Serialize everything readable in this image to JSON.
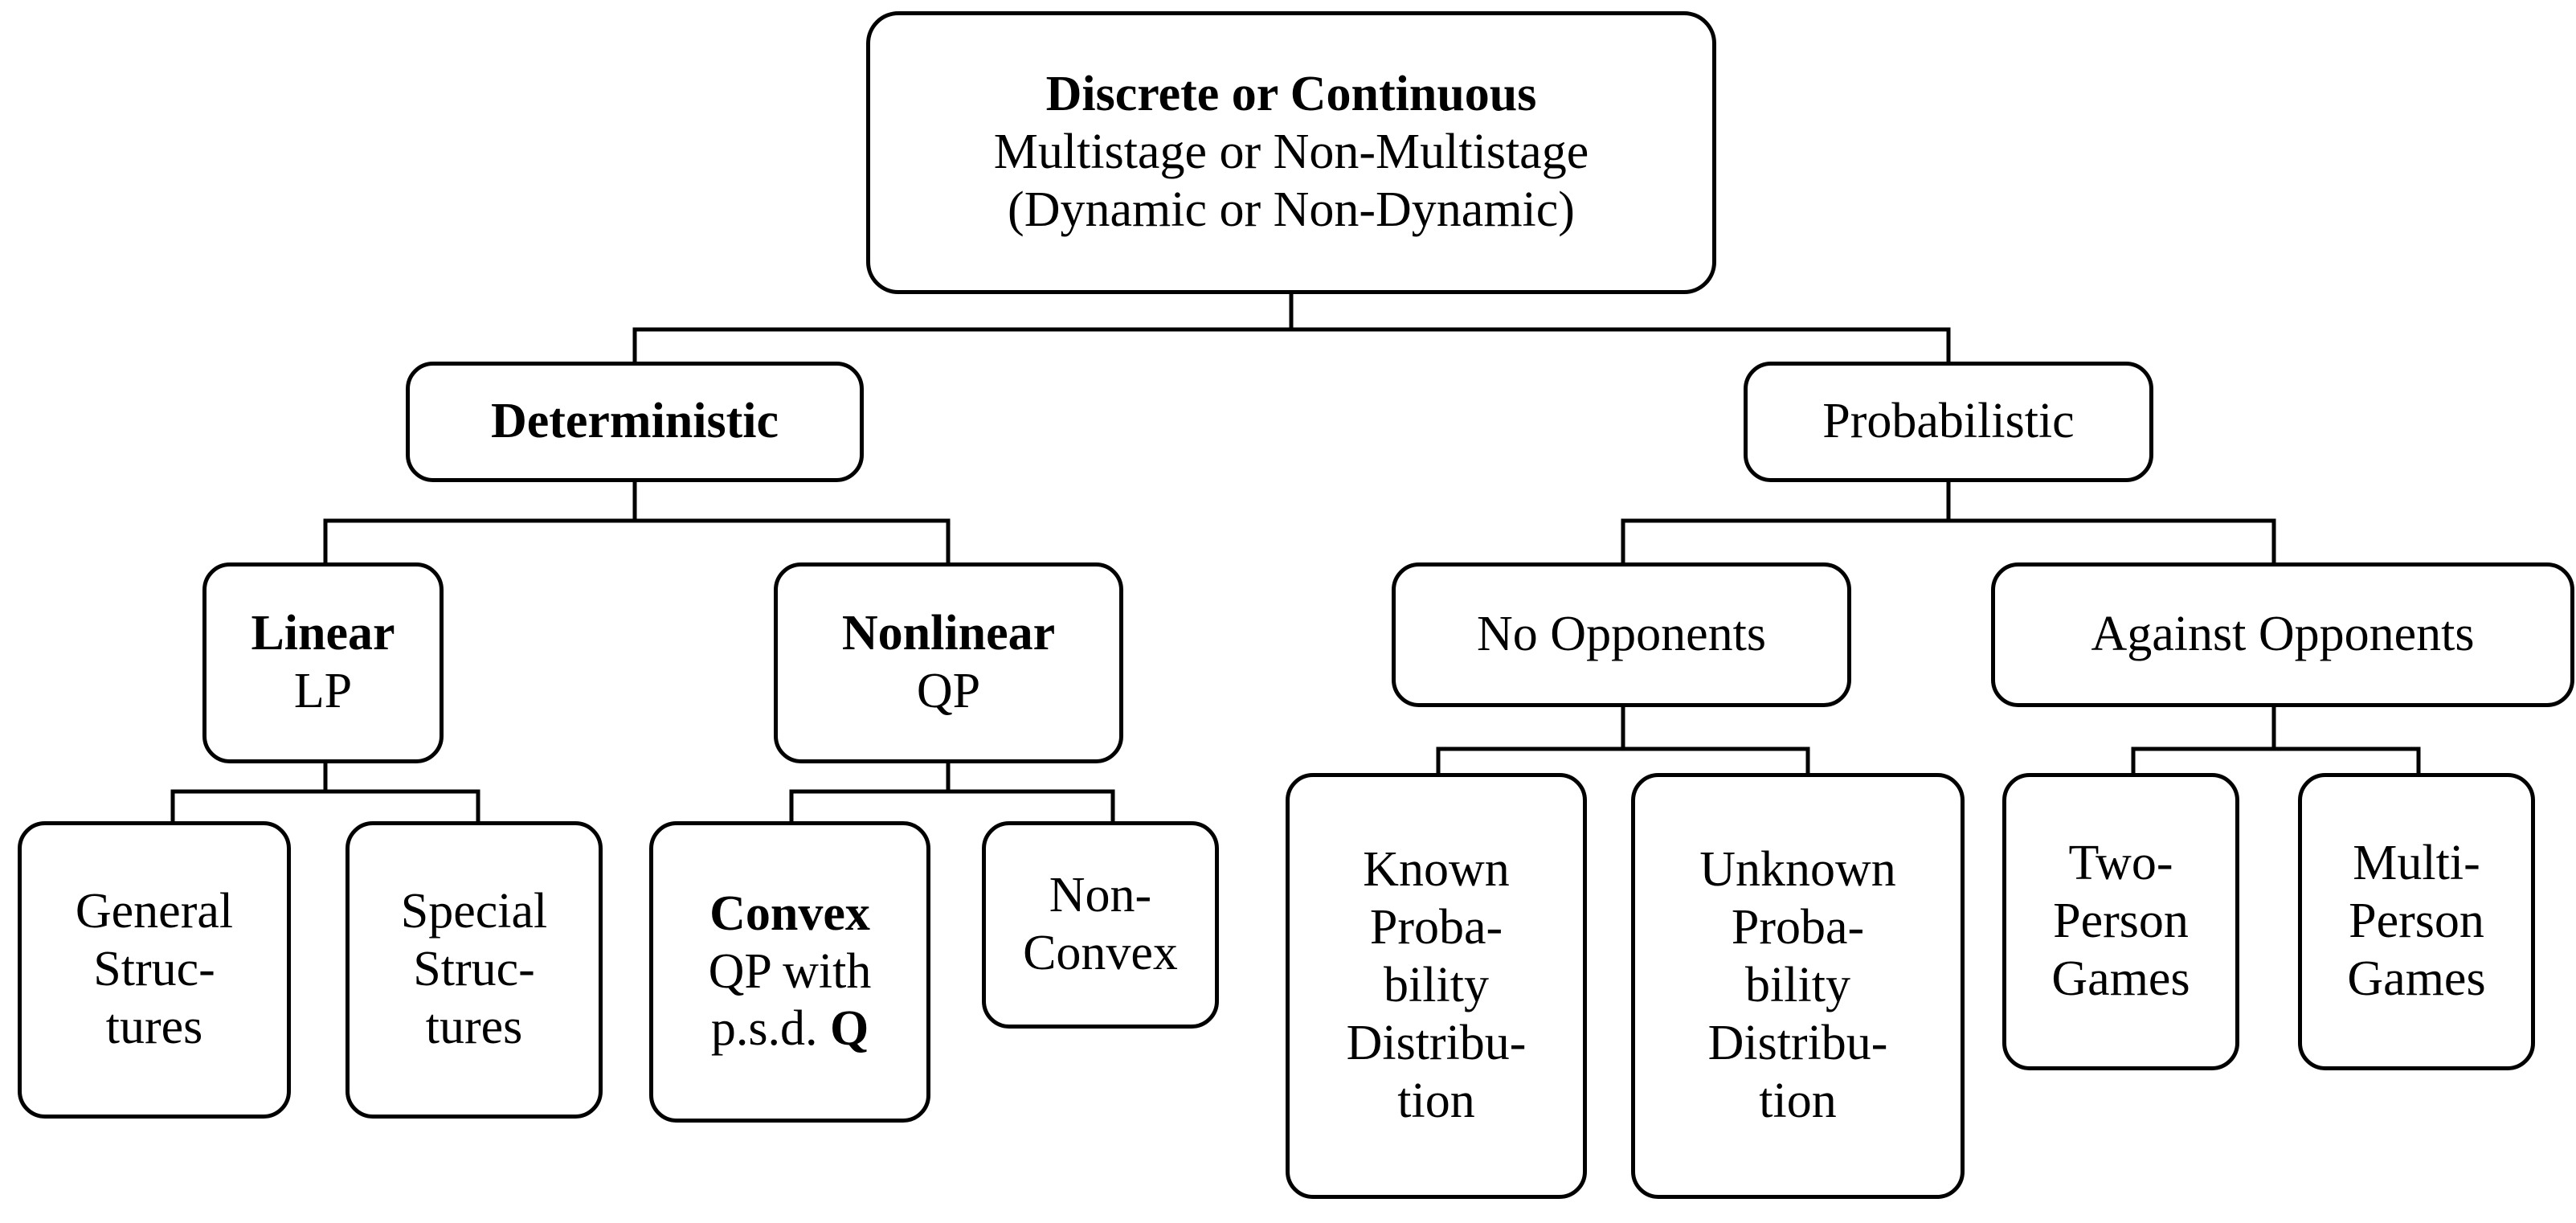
{
  "diagram": {
    "title_semantic": "optimization-problem-taxonomy-tree",
    "style": {
      "stroke": "#000000",
      "fill": "#ffffff",
      "text": "#000000"
    },
    "nodes": {
      "root": {
        "id": "root",
        "lines": [
          {
            "text": "Discrete or Continuous",
            "bold": true
          },
          {
            "text": "Multistage or Non-Multistage",
            "bold": false
          },
          {
            "text": "(Dynamic or Non-Dynamic)",
            "bold": false
          }
        ]
      },
      "deterministic": {
        "id": "deterministic",
        "lines": [
          {
            "text": "Deterministic",
            "bold": true
          }
        ]
      },
      "probabilistic": {
        "id": "probabilistic",
        "lines": [
          {
            "text": "Probabilistic",
            "bold": false
          }
        ]
      },
      "linear": {
        "id": "linear",
        "lines": [
          {
            "text": "Linear",
            "bold": true
          },
          {
            "text": "LP",
            "bold": false
          }
        ]
      },
      "nonlinear": {
        "id": "nonlinear",
        "lines": [
          {
            "text": "Nonlinear",
            "bold": true
          },
          {
            "text": "QP",
            "bold": false
          }
        ]
      },
      "no_opponents": {
        "id": "no-opponents",
        "lines": [
          {
            "text": "No Opponents",
            "bold": false
          }
        ]
      },
      "against_opponents": {
        "id": "against-opponents",
        "lines": [
          {
            "text": "Against Opponents",
            "bold": false
          }
        ]
      },
      "general_structures": {
        "id": "general-structures",
        "lines": [
          {
            "text": "General",
            "bold": false
          },
          {
            "text": "Struc-",
            "bold": false
          },
          {
            "text": "tures",
            "bold": false
          }
        ]
      },
      "special_structures": {
        "id": "special-structures",
        "lines": [
          {
            "text": "Special",
            "bold": false
          },
          {
            "text": "Struc-",
            "bold": false
          },
          {
            "text": "tures",
            "bold": false
          }
        ]
      },
      "convex": {
        "id": "convex",
        "lines": [
          {
            "text": "Convex",
            "bold": true
          },
          {
            "text": "QP with",
            "bold": false
          },
          {
            "text": "p.s.d. Q",
            "bold": false,
            "bold_tail": "Q"
          }
        ]
      },
      "non_convex": {
        "id": "non-convex",
        "lines": [
          {
            "text": "Non-",
            "bold": false
          },
          {
            "text": "Convex",
            "bold": false
          }
        ]
      },
      "known_probability_distribution": {
        "id": "known-probability-distribution",
        "lines": [
          {
            "text": "Known",
            "bold": false
          },
          {
            "text": "Proba-",
            "bold": false
          },
          {
            "text": "bility",
            "bold": false
          },
          {
            "text": "Distribu-",
            "bold": false
          },
          {
            "text": "tion",
            "bold": false
          }
        ]
      },
      "unknown_probability_distribution": {
        "id": "unknown-probability-distribution",
        "lines": [
          {
            "text": "Unknown",
            "bold": false
          },
          {
            "text": "Proba-",
            "bold": false
          },
          {
            "text": "bility",
            "bold": false
          },
          {
            "text": "Distribu-",
            "bold": false
          },
          {
            "text": "tion",
            "bold": false
          }
        ]
      },
      "two_person_games": {
        "id": "two-person-games",
        "lines": [
          {
            "text": "Two-",
            "bold": false
          },
          {
            "text": "Person",
            "bold": false
          },
          {
            "text": "Games",
            "bold": false
          }
        ]
      },
      "multi_person_games": {
        "id": "multi-person-games",
        "lines": [
          {
            "text": "Multi-",
            "bold": false
          },
          {
            "text": "Person",
            "bold": false
          },
          {
            "text": "Games",
            "bold": false
          }
        ]
      }
    },
    "edges": [
      {
        "from": "root",
        "to": "deterministic"
      },
      {
        "from": "root",
        "to": "probabilistic"
      },
      {
        "from": "deterministic",
        "to": "linear"
      },
      {
        "from": "deterministic",
        "to": "nonlinear"
      },
      {
        "from": "probabilistic",
        "to": "no_opponents"
      },
      {
        "from": "probabilistic",
        "to": "against_opponents"
      },
      {
        "from": "linear",
        "to": "general_structures"
      },
      {
        "from": "linear",
        "to": "special_structures"
      },
      {
        "from": "nonlinear",
        "to": "convex"
      },
      {
        "from": "nonlinear",
        "to": "non_convex"
      },
      {
        "from": "no_opponents",
        "to": "known_probability_distribution"
      },
      {
        "from": "no_opponents",
        "to": "unknown_probability_distribution"
      },
      {
        "from": "against_opponents",
        "to": "two_person_games"
      },
      {
        "from": "against_opponents",
        "to": "multi_person_games"
      }
    ]
  }
}
